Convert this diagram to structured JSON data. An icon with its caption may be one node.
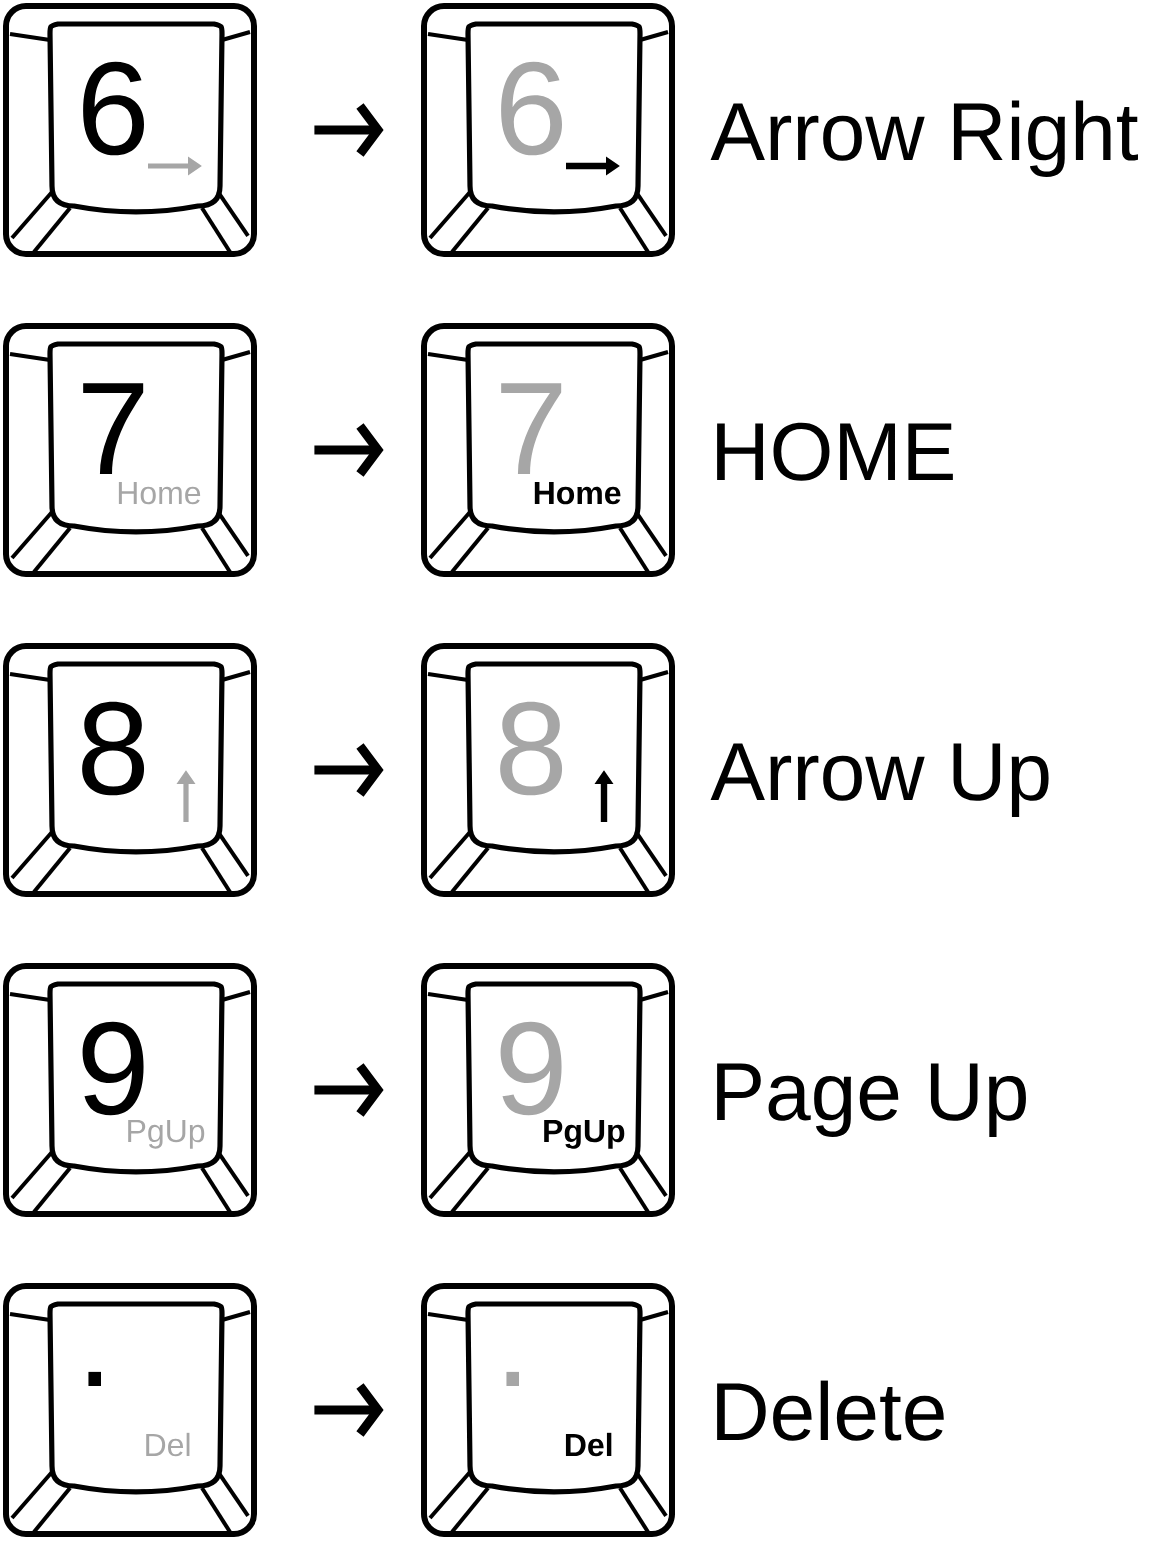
{
  "diagram": {
    "nodes": [
      {
        "text": [
          "6"
        ]
      },
      {
        "text": [
          "6"
        ],
        "beside": [
          "Arrow Right"
        ]
      },
      {
        "text": [
          "7",
          "Home"
        ]
      },
      {
        "text": [
          "7",
          "Home"
        ],
        "beside": [
          "HOME"
        ]
      },
      {
        "text": [
          "8"
        ]
      },
      {
        "text": [
          "8"
        ],
        "beside": [
          "Arrow Up"
        ]
      },
      {
        "text": [
          "9",
          "PgUp"
        ]
      },
      {
        "text": [
          "9",
          "PgUp"
        ],
        "beside": [
          "Page Up"
        ]
      },
      {
        "text": [
          ".",
          "Del"
        ]
      },
      {
        "text": [
          ".",
          "Del"
        ],
        "beside": [
          "Delete"
        ]
      }
    ],
    "edges": [
      {
        "from": 0,
        "to": 1,
        "arrow": "to"
      },
      {
        "from": 2,
        "to": 3,
        "arrow": "to"
      },
      {
        "from": 4,
        "to": 5,
        "arrow": "to"
      },
      {
        "from": 6,
        "to": 7,
        "arrow": "to"
      },
      {
        "from": 8,
        "to": 9,
        "arrow": "to"
      }
    ]
  }
}
